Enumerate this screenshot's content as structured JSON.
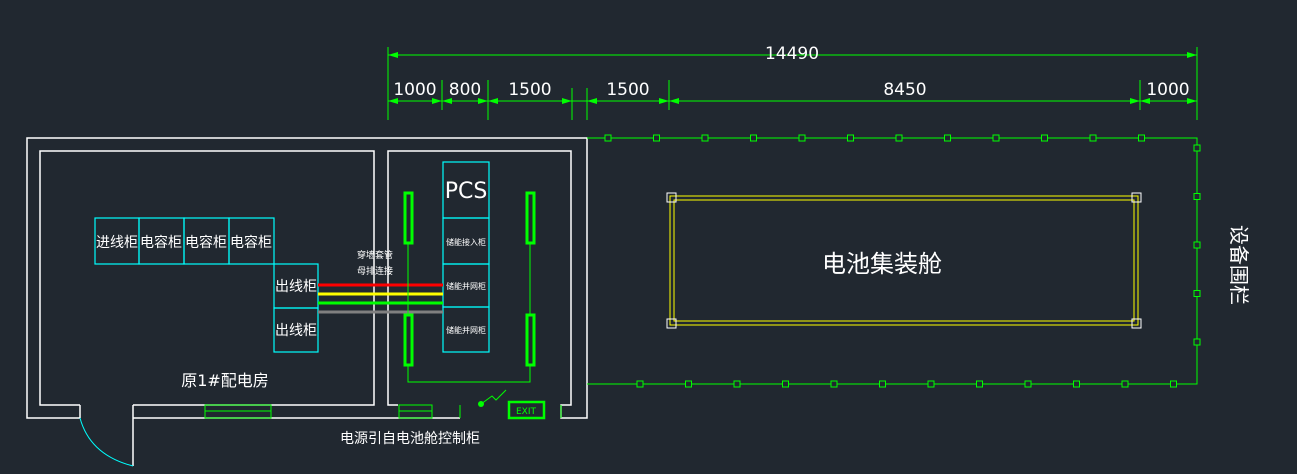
{
  "dimensions": {
    "total": "14490",
    "segments": [
      "1000",
      "800",
      "1500",
      "1500",
      "8450",
      "1000"
    ]
  },
  "rooms": {
    "distribution_room": "原1#配电房",
    "power_source_note": "电源引自电池舱控制柜"
  },
  "cabinets": {
    "top_row": [
      "进线柜",
      "电容柜",
      "电容柜",
      "电容柜"
    ],
    "outgoing": [
      "出线柜",
      "出线柜"
    ],
    "pcs_column": [
      "PCS",
      "储能接入柜",
      "储能并网柜",
      "储能并网柜"
    ]
  },
  "wall_bushing_note": [
    "穿墙套管",
    "母排连接"
  ],
  "battery_container": "电池集装舱",
  "fence_label": "设备围栏",
  "exit_sign": "EXIT",
  "colors": {
    "background": "#212830",
    "wall": "#ffffff",
    "cabinet": "#00ffff",
    "fence": "#00ff00",
    "container": "#ffff00",
    "wire_red": "#ff0000",
    "wire_yellow": "#ffff00",
    "wire_green": "#00ff00",
    "wire_grey": "#808080"
  }
}
